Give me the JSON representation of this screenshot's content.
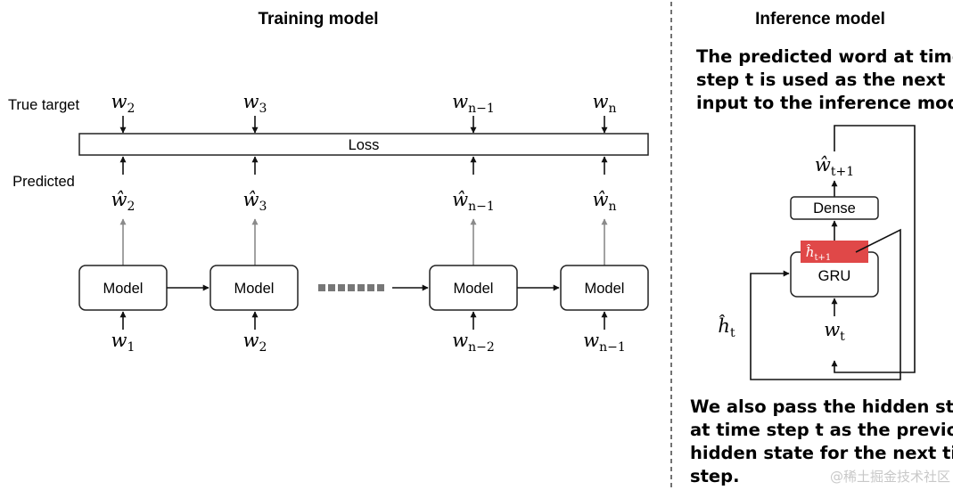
{
  "training": {
    "title": "Training model",
    "true_target_label": "True target",
    "predicted_label": "Predicted",
    "loss_label": "Loss",
    "model_label": "Model",
    "targets": [
      {
        "base": "w",
        "sub": "2"
      },
      {
        "base": "w",
        "sub": "3"
      },
      {
        "base": "w",
        "sub": "n−1"
      },
      {
        "base": "w",
        "sub": "n"
      }
    ],
    "predictions": [
      {
        "base": "ŵ",
        "sub": "2"
      },
      {
        "base": "ŵ",
        "sub": "3"
      },
      {
        "base": "ŵ",
        "sub": "n−1"
      },
      {
        "base": "ŵ",
        "sub": "n"
      }
    ],
    "inputs": [
      {
        "base": "w",
        "sub": "1"
      },
      {
        "base": "w",
        "sub": "2"
      },
      {
        "base": "w",
        "sub": "n−2"
      },
      {
        "base": "w",
        "sub": "n−1"
      }
    ]
  },
  "inference": {
    "title": "Inference model",
    "top_caption": [
      "The predicted word at time",
      "step t is used as the next",
      "input to the inference model."
    ],
    "bottom_caption": [
      "We also pass the hidden state",
      "at time step t as the previous",
      "hidden state for the next time",
      "step."
    ],
    "dense_label": "Dense",
    "gru_label": "GRU",
    "output": {
      "base": "ŵ",
      "sub": "t+1"
    },
    "hidden_next": {
      "base": "ĥ",
      "sub": "t+1"
    },
    "hidden_prev": {
      "base": "ĥ",
      "sub": "t"
    },
    "input": {
      "base": "w",
      "sub": "t"
    }
  },
  "watermark": "@稀土掘金技术社区",
  "colors": {
    "highlight": "#e04848",
    "gray_arrow": "#8a8a8a",
    "divider": "#444444"
  }
}
